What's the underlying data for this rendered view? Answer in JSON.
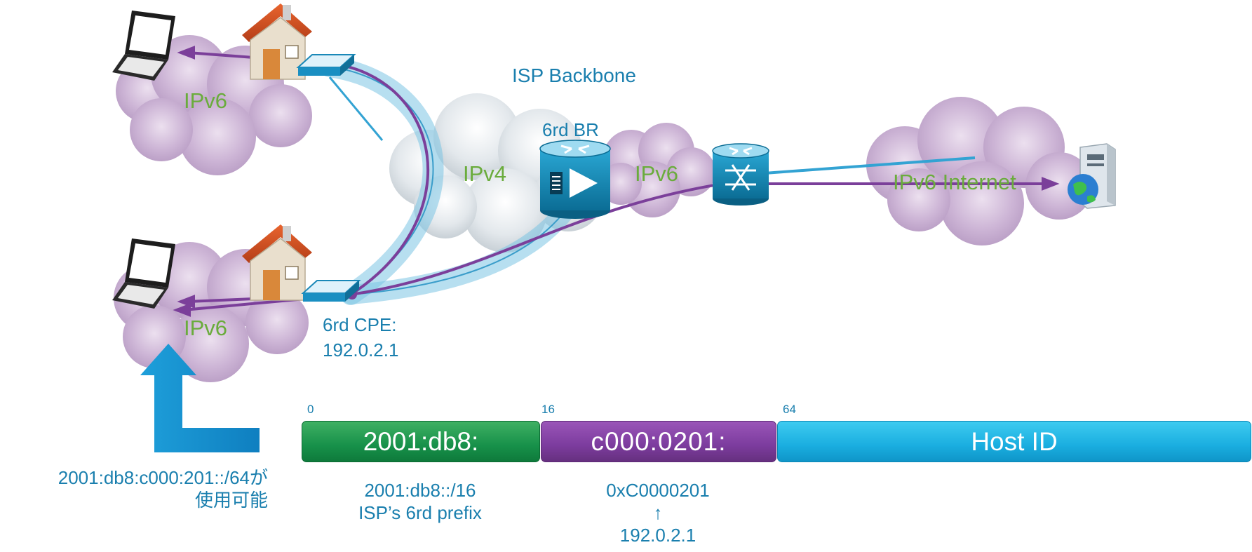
{
  "labels": {
    "isp_backbone": "ISP Backbone",
    "br_label": "6rd BR",
    "ipv4": "IPv4",
    "ipv6_top": "IPv6",
    "ipv6_bottom": "IPv6",
    "ipv6_mid": "IPv6",
    "ipv6_internet": "IPv6 Internet",
    "cpe_line1": "6rd CPE:",
    "cpe_line2": "192.0.2.1"
  },
  "address_bar": {
    "bit_marks": [
      "0",
      "16",
      "64"
    ],
    "segments": [
      {
        "text": "2001:db8:"
      },
      {
        "text": "c000:0201:"
      },
      {
        "text": "Host ID"
      }
    ]
  },
  "notes": {
    "prefix_line1": "2001:db8::/16",
    "prefix_line2": "ISP’s 6rd prefix",
    "hex_line1": "0xC0000201",
    "hex_line2": "↑",
    "hex_line3": "192.0.2.1",
    "available_line1": "2001:db8:c000:201::/64が",
    "available_line2": "使用可能"
  },
  "icons": {
    "laptop_top": "laptop-icon",
    "laptop_bottom": "laptop-icon",
    "house_top": "house-icon",
    "house_bottom": "house-icon",
    "switch_top": "switch-icon",
    "switch_bottom": "switch-icon",
    "br_router": "router-icon",
    "core_router": "router-icon",
    "server": "server-globe-icon",
    "arrow": "up-arrow-icon"
  },
  "colors": {
    "label_green": "#6aac3c",
    "label_blue": "#1a7fae",
    "path_purple": "#7b3f9a",
    "tunnel_blue": "#4aa8d0",
    "seg_green": "#17914a",
    "seg_purple": "#7c3c9e",
    "seg_blue": "#1aaee0"
  }
}
